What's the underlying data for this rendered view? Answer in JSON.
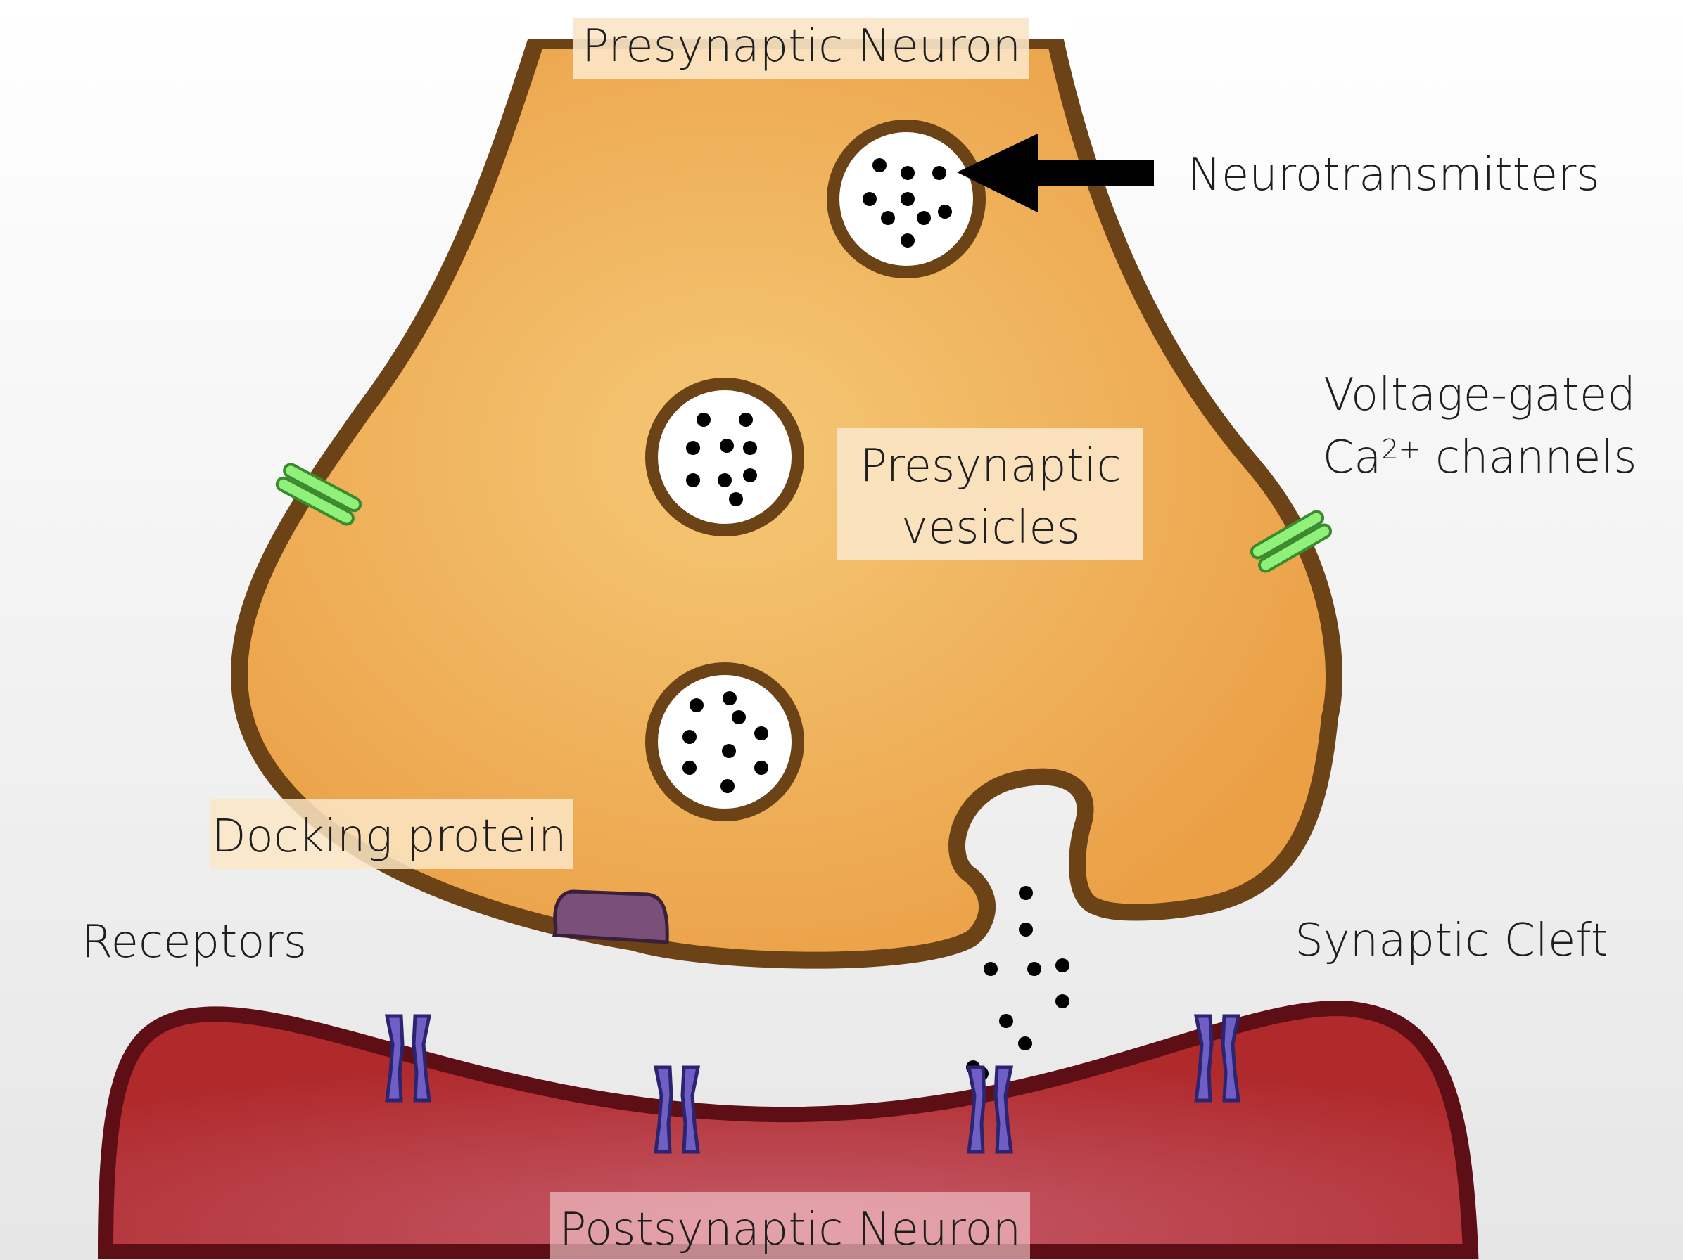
{
  "labels": {
    "presynaptic_neuron": "Presynaptic Neuron",
    "neurotransmitters": "Neurotransmitters",
    "voltage_gated_line1": "Voltage-gated",
    "voltage_gated_ca": "Ca",
    "voltage_gated_charge": "2+",
    "voltage_gated_channels": " channels",
    "presynaptic_vesicles_line1": "Presynaptic",
    "presynaptic_vesicles_line2": "vesicles",
    "docking_protein": "Docking protein",
    "receptors": "Receptors",
    "synaptic_cleft": "Synaptic Cleft",
    "postsynaptic_neuron": "Postsynaptic Neuron"
  },
  "colors": {
    "background": "#f2f2f2",
    "presynaptic_fill": "#eea84a",
    "presynaptic_outline": "#6b4316",
    "postsynaptic_fill": "#b8303a",
    "postsynaptic_outline": "#5e0f16",
    "receptor": "#6f5fc4",
    "docking_protein": "#7a4f7a",
    "calcium_channel": "#8ff07a",
    "neurotransmitter": "#000000",
    "label_box": "#fbe6c6"
  },
  "icons": {
    "arrow": "left-arrow-icon",
    "vesicle": "vesicle-icon",
    "receptor": "receptor-channel-icon",
    "calcium_channel": "ion-channel-icon"
  }
}
